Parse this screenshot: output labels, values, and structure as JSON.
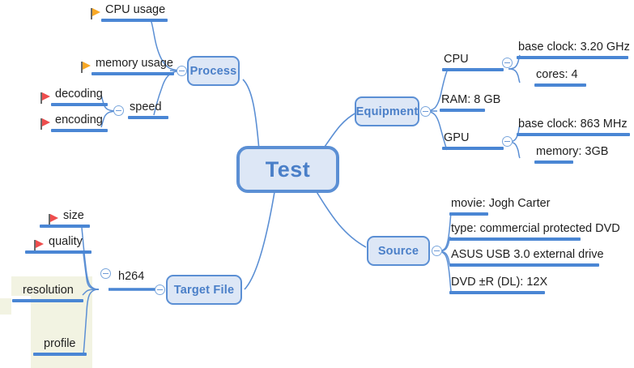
{
  "app": {
    "type": "mind-map",
    "background": "#ffffff",
    "accent": "#4a86d4",
    "node_fill": "#dde7f6",
    "node_border": "#5b8fd4",
    "node_text": "#4a7fc8",
    "flag_orange": "#f9a825",
    "flag_red": "#ee4d4d",
    "region_fill": "#f2f3e2"
  },
  "root": {
    "label": "Test"
  },
  "branches": {
    "process": {
      "label": "Process",
      "children": [
        {
          "label": "CPU  usage",
          "flag": "orange"
        },
        {
          "label": "memory usage",
          "flag": "orange"
        },
        {
          "label": "speed",
          "flag": "none"
        }
      ],
      "speed_children": [
        {
          "label": "decoding",
          "flag": "red"
        },
        {
          "label": "encoding",
          "flag": "red"
        }
      ]
    },
    "equipment": {
      "label": "Equipment",
      "children": [
        {
          "label": "CPU",
          "flag": "none"
        },
        {
          "label": "RAM: 8 GB",
          "flag": "none"
        },
        {
          "label": "GPU",
          "flag": "none"
        }
      ],
      "cpu_children": [
        {
          "label": "base clock: 3.20 GHz"
        },
        {
          "label": "cores: 4"
        }
      ],
      "gpu_children": [
        {
          "label": "base clock: 863 MHz"
        },
        {
          "label": "memory: 3GB"
        }
      ]
    },
    "source": {
      "label": "Source",
      "children": [
        {
          "label": "movie: Jogh Carter"
        },
        {
          "label": "type: commercial protected DVD"
        },
        {
          "label": "ASUS USB 3.0  external drive"
        },
        {
          "label": "DVD ±R (DL): 12X"
        }
      ]
    },
    "target_file": {
      "label": "Target File",
      "children": [
        {
          "label": "h264",
          "flag": "none"
        }
      ],
      "h264_children": [
        {
          "label": "size",
          "flag": "red"
        },
        {
          "label": "quality",
          "flag": "red"
        },
        {
          "label": "resolution",
          "flag": "none"
        },
        {
          "label": "profile",
          "flag": "none"
        }
      ]
    }
  },
  "icons": {
    "collapse": "minus-circle-icon",
    "flag": "flag-icon"
  }
}
